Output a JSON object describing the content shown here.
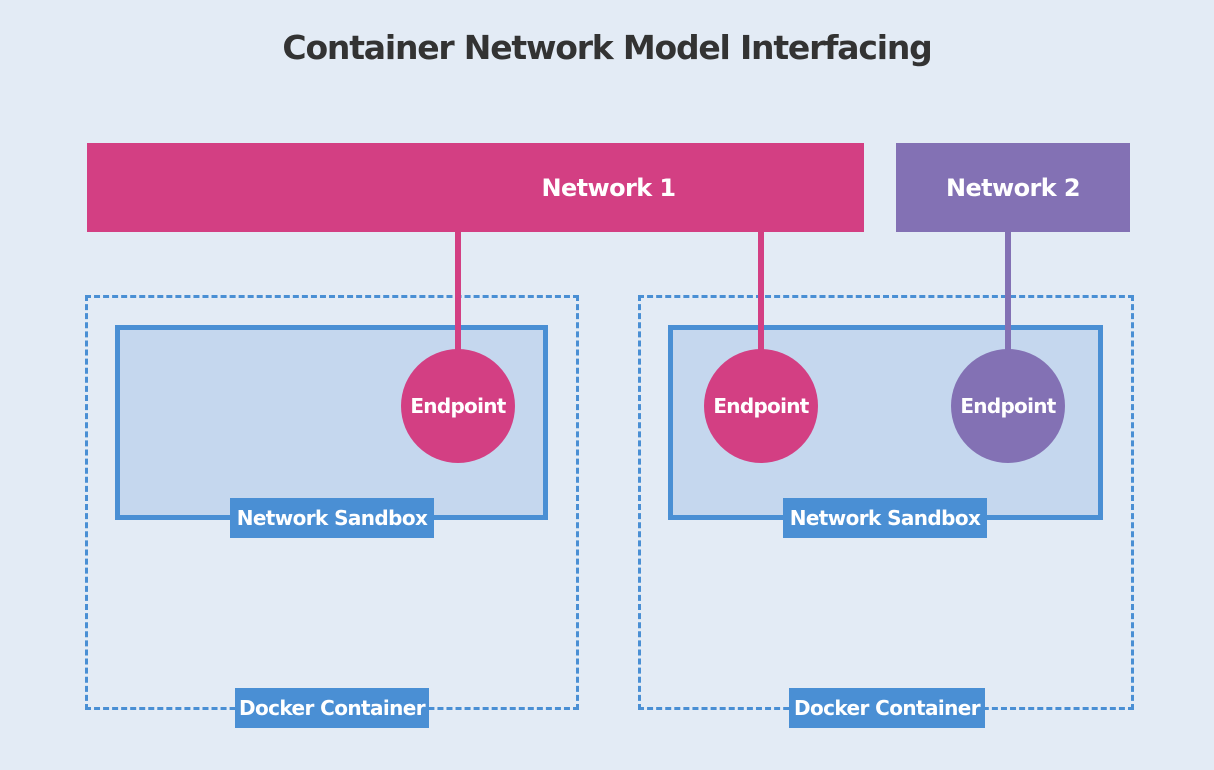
{
  "title": "Container Network Model Interfacing",
  "colors": {
    "background": "#e3ebf5",
    "network_1": "#d33f83",
    "network_2": "#8371b4",
    "sandbox_border": "#4a8fd4",
    "sandbox_fill": "#c5d7ee",
    "title_text": "#333333"
  },
  "networks": [
    {
      "label": "Network 1"
    },
    {
      "label": "Network 2"
    }
  ],
  "containers": [
    {
      "label": "Docker Container",
      "sandbox_label": "Network Sandbox",
      "endpoints": [
        {
          "label": "Endpoint",
          "network": "Network 1"
        }
      ]
    },
    {
      "label": "Docker Container",
      "sandbox_label": "Network Sandbox",
      "endpoints": [
        {
          "label": "Endpoint",
          "network": "Network 1"
        },
        {
          "label": "Endpoint",
          "network": "Network 2"
        }
      ]
    }
  ]
}
